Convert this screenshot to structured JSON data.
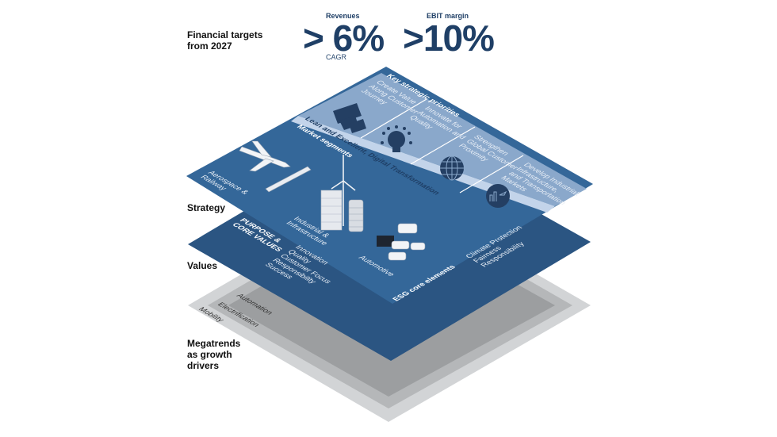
{
  "financial": {
    "label_line1": "Financial targets",
    "label_line2": "from 2027",
    "revenues": {
      "title": "Revenues",
      "value": "> 6%",
      "sub": "CAGR"
    },
    "ebit": {
      "title": "EBIT margin",
      "value": ">10%"
    }
  },
  "side_labels": {
    "strategy": "Strategy",
    "values": "Values",
    "megatrends_1": "Megatrends",
    "megatrends_2": "as growth",
    "megatrends_3": "drivers"
  },
  "priorities": {
    "title": "Key strategic priorities",
    "band": "Lean and Excellent, Digital Transformation",
    "items": [
      {
        "lines": [
          "Create Value",
          "Along Customer",
          "Journey"
        ],
        "icon": "chevrons-icon"
      },
      {
        "lines": [
          "Innovate for",
          "Automation and",
          "Quality"
        ],
        "icon": "lightbulb-icon"
      },
      {
        "lines": [
          "Strengthen",
          "Global Customer",
          "Proximity"
        ],
        "icon": "globe-icon"
      },
      {
        "lines": [
          "Develop Industrial,",
          "Infrastructure,",
          "and Transportation",
          "Markets"
        ],
        "icon": "city-globe-icon"
      }
    ]
  },
  "market_segments": {
    "title": "Market segments",
    "aerospace": [
      "Aerospace &",
      "Railway"
    ],
    "industrial": [
      "Industrial &",
      "Infrastructure"
    ],
    "automotive": "Automotive"
  },
  "values": {
    "title": [
      "PURPOSE &",
      "CORE VALUES"
    ],
    "items": [
      "Innovation",
      "Quality",
      "Customer Focus",
      "Responsibility",
      "Success"
    ],
    "esg_title": "ESG core elements",
    "esg_items": [
      "Climate Protection",
      "Fairness",
      "Responsibility"
    ]
  },
  "megatrends": [
    "Automation",
    "Electrification",
    "Mobility"
  ],
  "colors": {
    "navy": "#1f3f66",
    "values_layer": "#2b5582",
    "strategy_layer": "#346799",
    "panel": "#8aa8cb",
    "band": "#c3d4ea",
    "gray1": "#d2d4d6",
    "gray2": "#b5b7b9",
    "gray3": "#9c9ea0"
  }
}
